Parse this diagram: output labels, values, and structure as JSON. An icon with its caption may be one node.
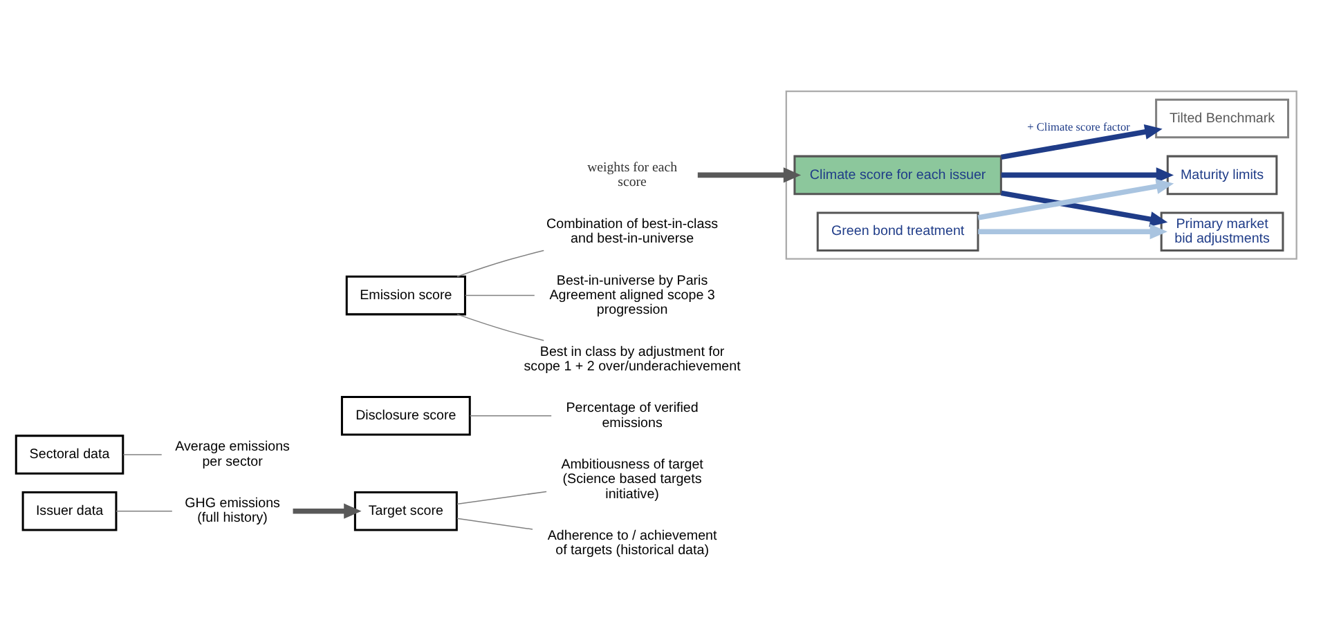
{
  "diagram": {
    "nodes": [
      {
        "text": [
          "Issuer data"
        ]
      },
      {
        "text": [
          "GHG emissions (full history)"
        ]
      },
      {
        "text": [
          "Sectoral data"
        ]
      },
      {
        "text": [
          "Average emissions per sector"
        ]
      },
      {
        "text": [
          "Disclosure score"
        ]
      },
      {
        "text": [
          "Percentage of verified emissions"
        ]
      },
      {
        "text": [
          "Target score"
        ]
      },
      {
        "text": [
          "Ambitiousness of target (Science based targets initiative)"
        ]
      },
      {
        "text": [
          "Adherence to / achievement of targets (historical data)"
        ]
      },
      {
        "text": [
          "Emission score"
        ]
      },
      {
        "text": [
          "Combination of best-in-class and best-in-universe"
        ]
      },
      {
        "text": [
          "Best-in-universe by Paris Agreement aligned scope 3 progression"
        ]
      },
      {
        "text": [
          "Best in class by adjustment for scope 1 + 2 over/underachievement"
        ]
      },
      {
        "text": [
          "weights for each score"
        ]
      },
      {
        "text": [],
        "shape": "box"
      },
      {
        "text": [
          "Climate score for each issuer"
        ],
        "in": 14
      },
      {
        "text": [
          "Tilted Benchmark"
        ],
        "in": 14
      },
      {
        "text": [
          "Maturity limits"
        ],
        "in": 14
      },
      {
        "text": [
          "Primary market bid adjustments"
        ],
        "in": 14
      },
      {
        "text": [
          "Green bond treatment"
        ],
        "in": 14
      }
    ],
    "edges": [
      {
        "from": 0,
        "to": 1,
        "arrow": "none"
      },
      {
        "from": 2,
        "to": 3,
        "arrow": "none"
      },
      {
        "from": 1,
        "to": 6,
        "arrow": "to",
        "style": "thick",
        "color": "#595959"
      },
      {
        "from": 4,
        "to": 5,
        "arrow": "none"
      },
      {
        "from": 6,
        "to": 7,
        "arrow": "none"
      },
      {
        "from": 6,
        "to": 8,
        "arrow": "none"
      },
      {
        "from": 9,
        "to": 10,
        "arrow": "none"
      },
      {
        "from": 9,
        "to": 11,
        "arrow": "none"
      },
      {
        "from": 9,
        "to": 12,
        "arrow": "none"
      },
      {
        "from": 13,
        "to": 15,
        "arrow": "to",
        "style": "thick",
        "color": "#595959"
      },
      {
        "from": 15,
        "to": 16,
        "arrow": "to",
        "label": "+ Climate score factor",
        "style": "thick",
        "color": "#1f3c88"
      },
      {
        "from": 15,
        "to": 18,
        "arrow": "to",
        "style": "thick",
        "color": "#1f3c88"
      },
      {
        "from": 15,
        "to": 17,
        "arrow": "to",
        "style": "thick",
        "color": "#1f3c88"
      },
      {
        "from": 19,
        "to": 18,
        "arrow": "to",
        "style": "thick",
        "color": "#a9c4e0"
      },
      {
        "from": 19,
        "to": 17,
        "arrow": "to",
        "style": "thick",
        "color": "#a9c4e0"
      }
    ]
  }
}
